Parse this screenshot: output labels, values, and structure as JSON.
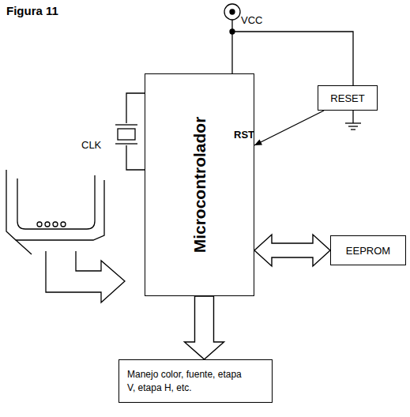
{
  "diagram": {
    "title": "Figura 11",
    "nodes": [
      {
        "text": [
          "RESET"
        ]
      },
      {
        "text": [
          "Microcontrolador"
        ]
      },
      {
        "text": [
          "EEPROM"
        ]
      },
      {
        "text": [
          "Manejo color, fuente, etapa V, etapa H, etc."
        ]
      }
    ],
    "edges": [
      {
        "from": 0,
        "to": 1,
        "arrow": "to"
      },
      {
        "from": 1,
        "to": 2,
        "arrow": "both"
      },
      {
        "from": 1,
        "to": 3,
        "arrow": "to"
      }
    ],
    "labels": [
      "VCC",
      "RST",
      "CLK"
    ]
  }
}
